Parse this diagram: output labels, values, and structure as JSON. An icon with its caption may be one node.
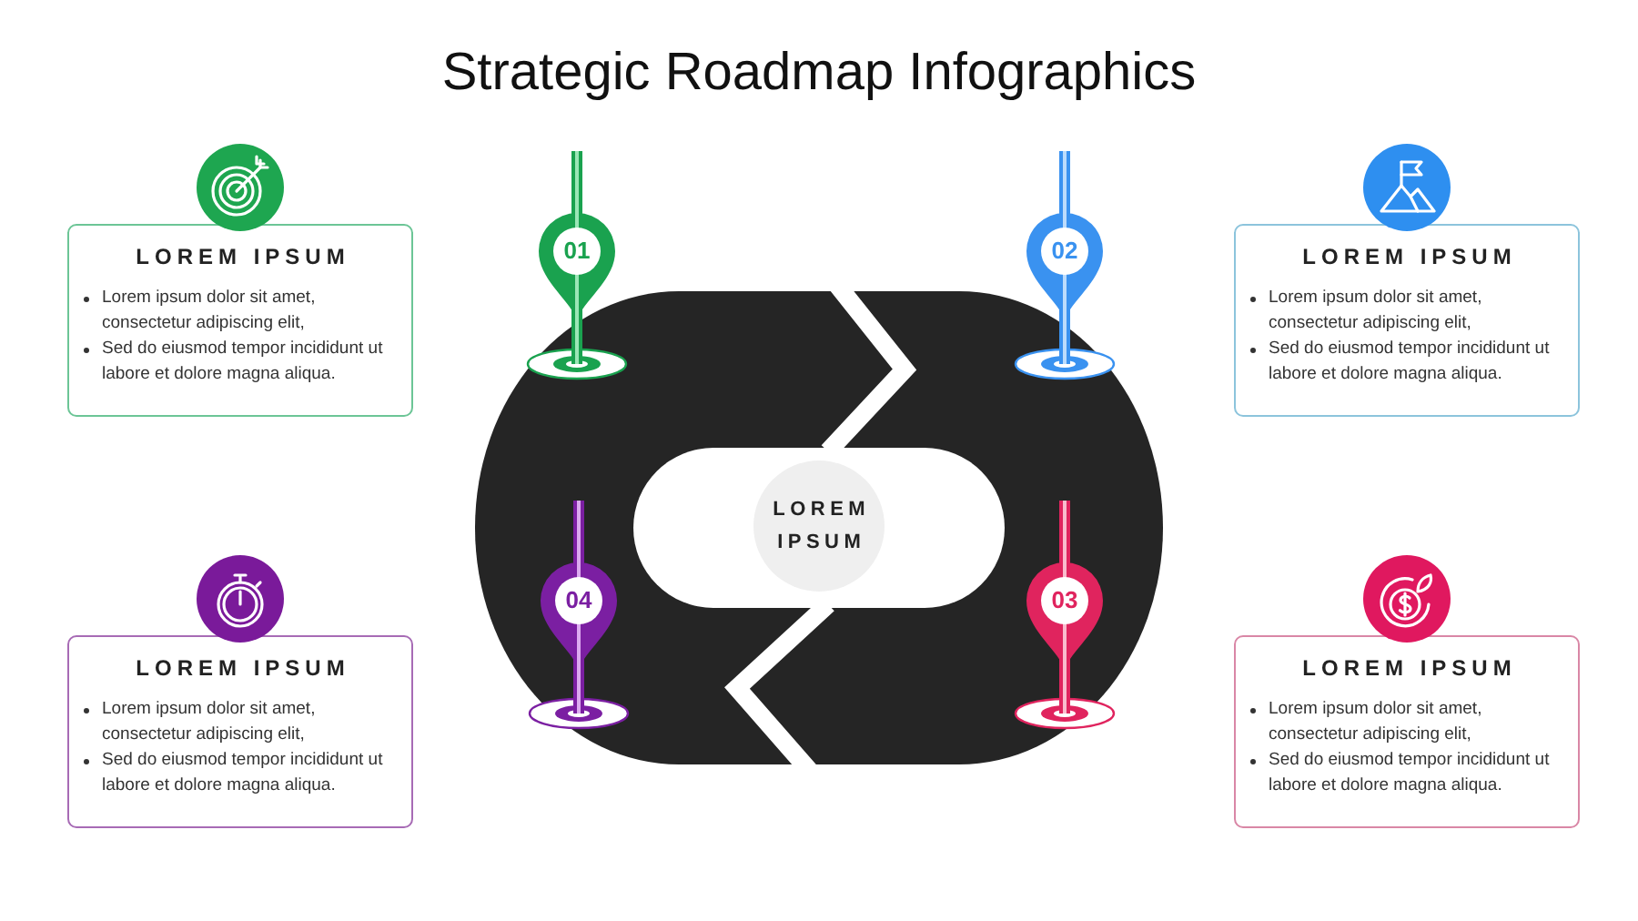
{
  "diagram": {
    "title": "Strategic Roadmap Infographics",
    "nodes": [
      {
        "text": [
          "LOREM IPSUM",
          "Lorem ipsum dolor sit amet, consectetur adipiscing elit,",
          "Sed do eiusmod tempor incididunt ut labore et dolore magna aliqua."
        ]
      },
      {
        "text": [
          "01"
        ]
      },
      {
        "text": [
          "02"
        ]
      },
      {
        "text": [
          "LOREM IPSUM",
          "Lorem ipsum dolor sit amet, consectetur adipiscing elit,",
          "Sed do eiusmod tempor incididunt ut labore et dolore magna aliqua."
        ]
      },
      {
        "text": [
          "LOREM IPSUM"
        ]
      },
      {
        "text": [
          "LOREM IPSUM",
          "Lorem ipsum dolor sit amet, consectetur adipiscing elit,",
          "Sed do eiusmod tempor incididunt ut labore et dolore magna aliqua."
        ]
      },
      {
        "text": [
          "04"
        ]
      },
      {
        "text": [
          "03"
        ]
      },
      {
        "text": [
          "LOREM IPSUM",
          "Lorem ipsum dolor sit amet, consectetur adipiscing elit,",
          "Sed do eiusmod tempor incididunt ut labore et dolore magna aliqua."
        ]
      }
    ]
  }
}
